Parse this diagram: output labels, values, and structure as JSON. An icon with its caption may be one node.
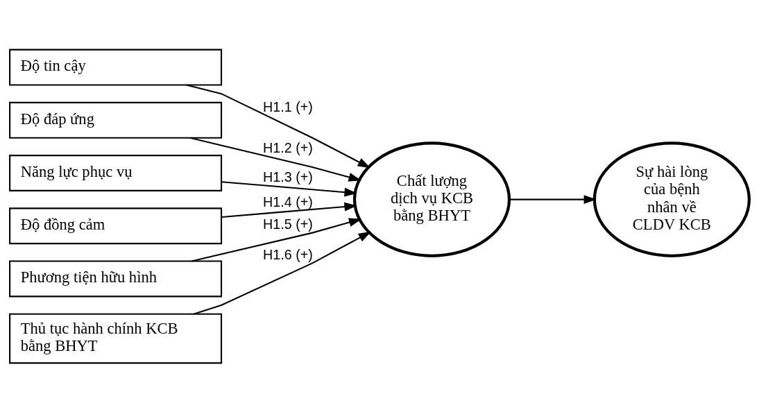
{
  "diagram": {
    "nodes": [
      {
        "text": [
          "Độ tin cậy"
        ]
      },
      {
        "text": [
          "Độ đáp ứng"
        ]
      },
      {
        "text": [
          "Năng lực phục vụ"
        ]
      },
      {
        "text": [
          "Độ đồng cảm"
        ]
      },
      {
        "text": [
          "Phương tiện hữu hình"
        ]
      },
      {
        "text": [
          "Thủ tục hành chính KCB bằng BHYT"
        ]
      },
      {
        "text": [
          "Chất lượng dịch vụ KCB bằng BHYT"
        ]
      },
      {
        "text": [
          "Sự hài lòng của bệnh nhân về CLDV KCB"
        ]
      }
    ],
    "edges": [
      {
        "from": 0,
        "to": 6,
        "arrow": "to",
        "label": "H1.1 (+)"
      },
      {
        "from": 1,
        "to": 6,
        "arrow": "to",
        "label": "H1.2 (+)"
      },
      {
        "from": 2,
        "to": 6,
        "arrow": "to",
        "label": "H1.3 (+)"
      },
      {
        "from": 3,
        "to": 6,
        "arrow": "to",
        "label": "H1.4 (+)"
      },
      {
        "from": 4,
        "to": 6,
        "arrow": "to",
        "label": "H1.5 (+)"
      },
      {
        "from": 5,
        "to": 6,
        "arrow": "to",
        "label": "H1.6 (+)"
      },
      {
        "from": 6,
        "to": 7,
        "arrow": "to"
      }
    ]
  }
}
